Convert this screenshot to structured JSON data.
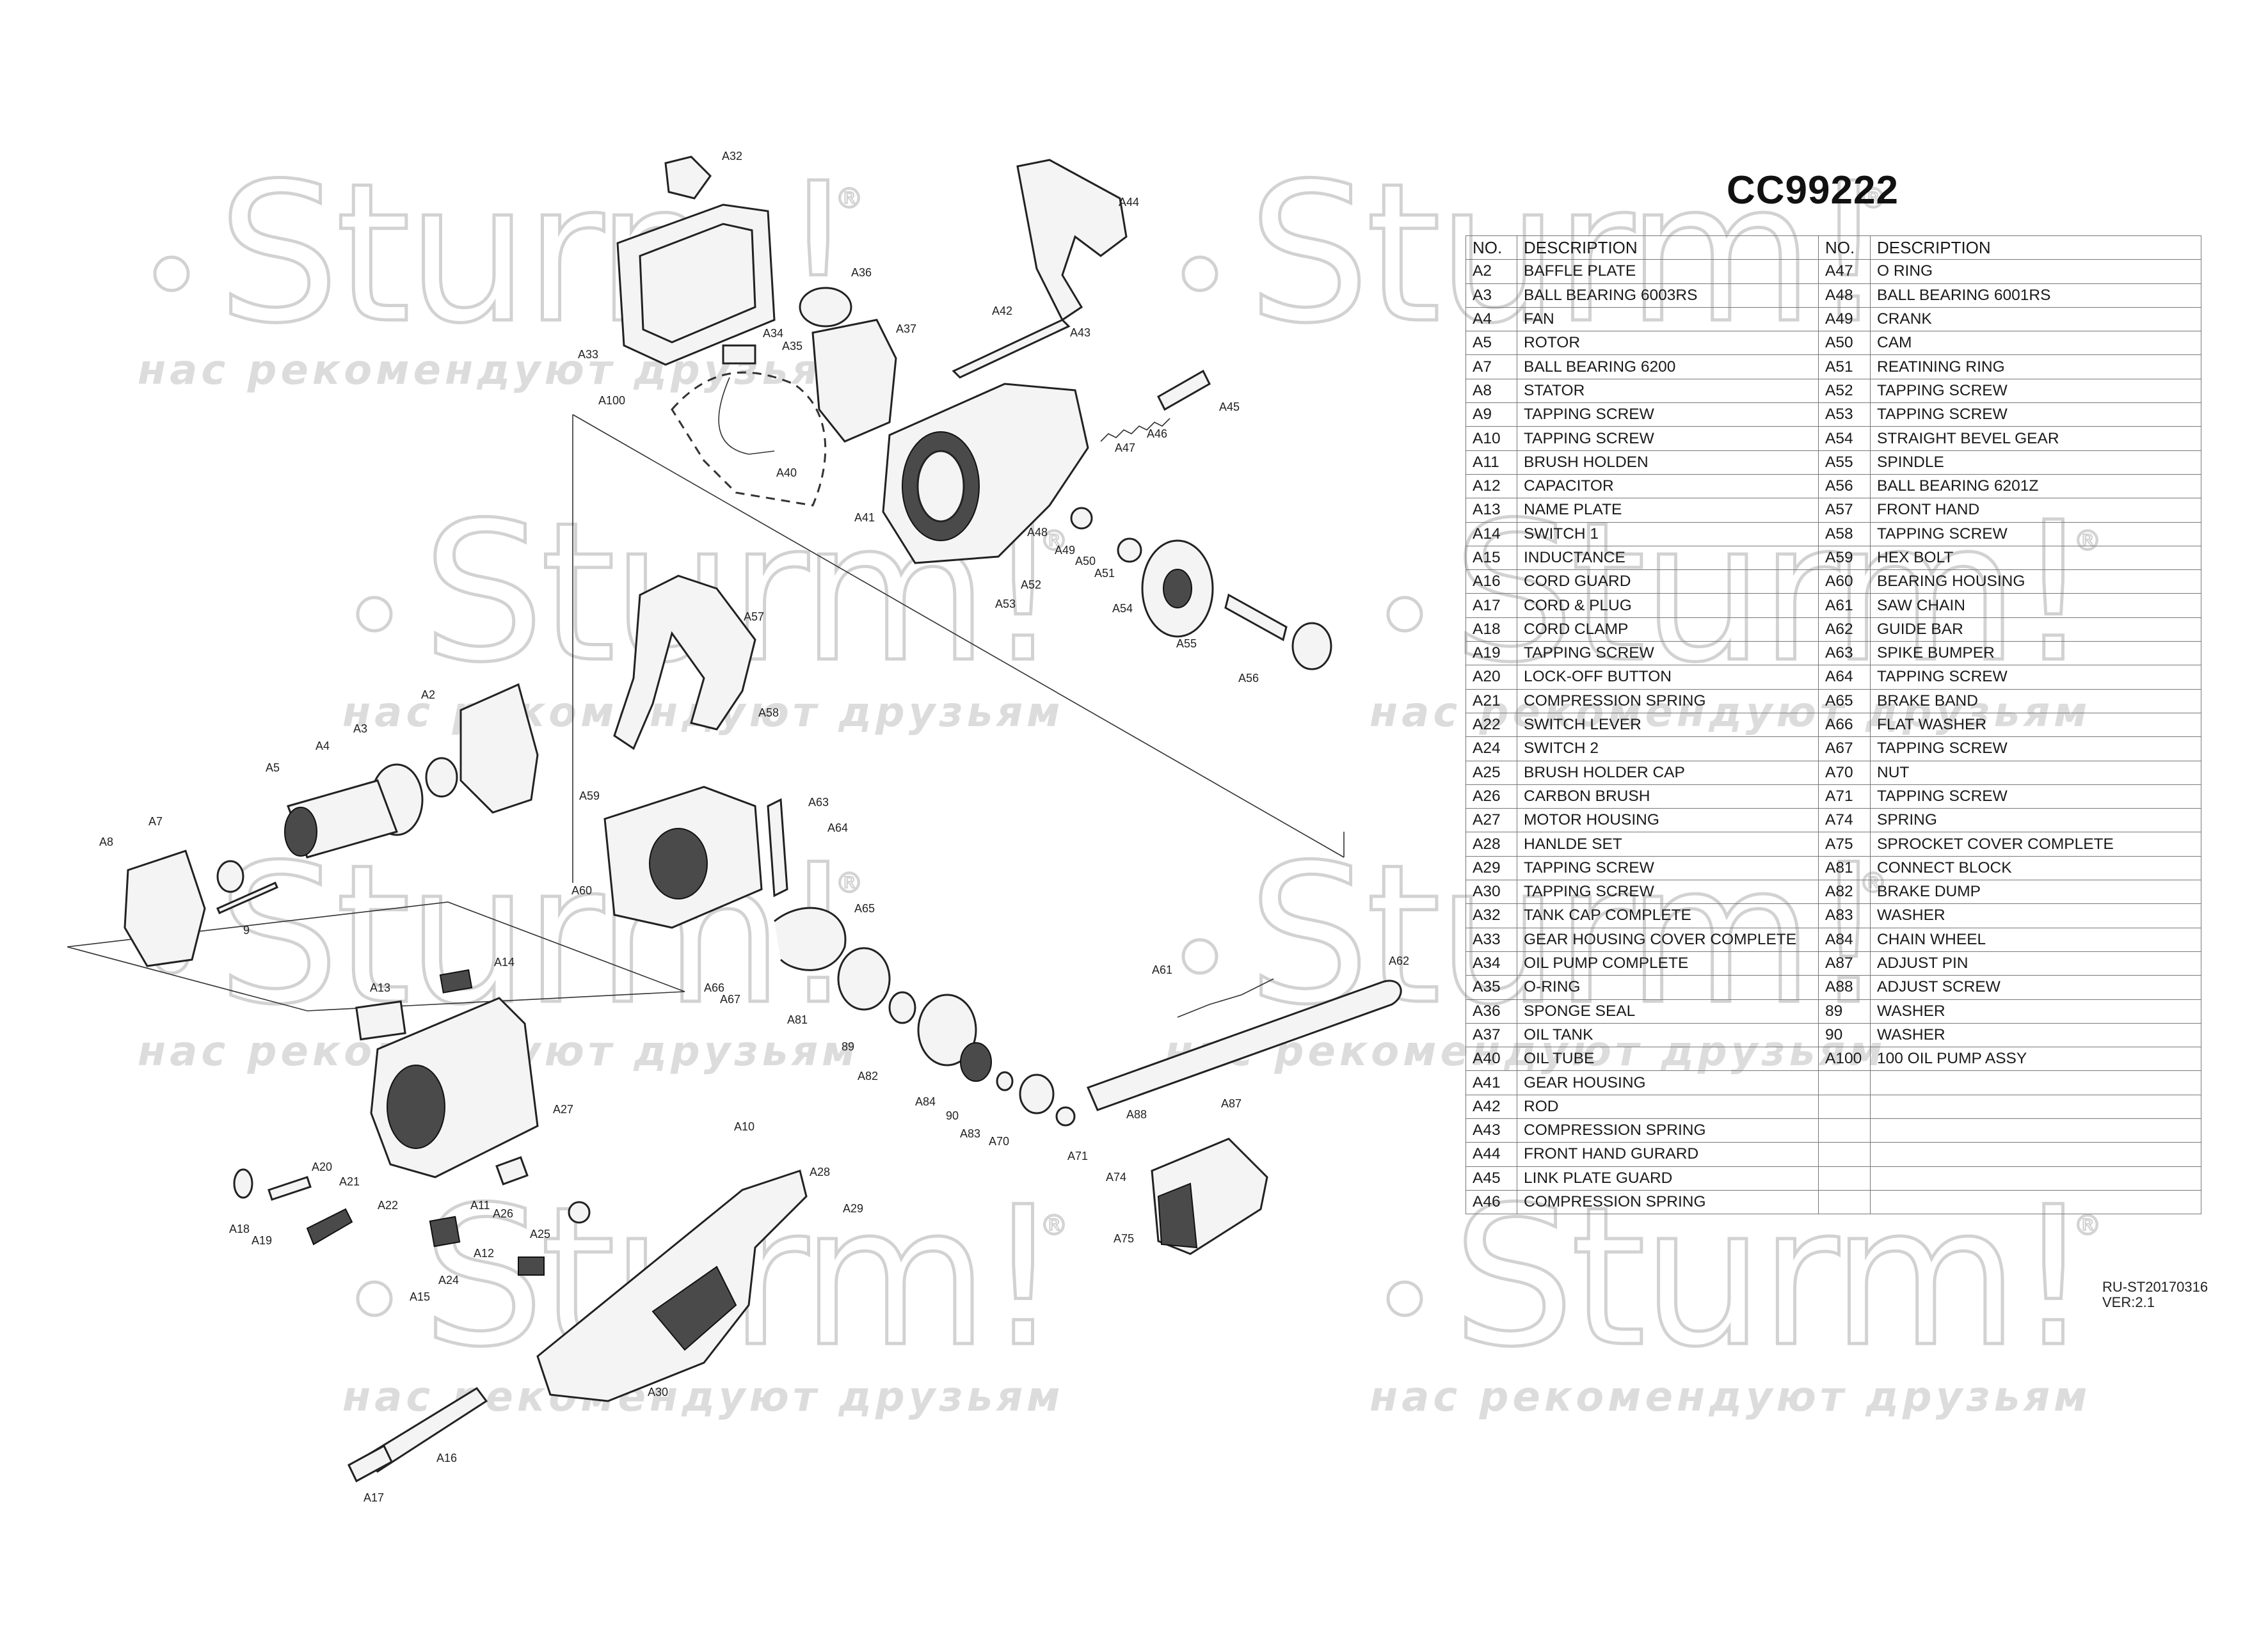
{
  "title": "CC99222",
  "watermark": {
    "brand": "Sturm!",
    "tagline": "нас рекомендуют друзьям",
    "mark": "®"
  },
  "table": {
    "headers": [
      "NO.",
      "DESCRIPTION",
      "NO.",
      "DESCRIPTION"
    ],
    "left": [
      [
        "A2",
        "BAFFLE PLATE"
      ],
      [
        "A3",
        "BALL BEARING 6003RS"
      ],
      [
        "A4",
        "FAN"
      ],
      [
        "A5",
        "ROTOR"
      ],
      [
        "A7",
        "BALL BEARING 6200"
      ],
      [
        "A8",
        "STATOR"
      ],
      [
        "A9",
        "TAPPING SCREW"
      ],
      [
        "A10",
        "TAPPING SCREW"
      ],
      [
        "A11",
        "BRUSH HOLDEN"
      ],
      [
        "A12",
        "CAPACITOR"
      ],
      [
        "A13",
        "NAME PLATE"
      ],
      [
        "A14",
        "SWITCH 1"
      ],
      [
        "A15",
        "INDUCTANCE"
      ],
      [
        "A16",
        "CORD GUARD"
      ],
      [
        "A17",
        "CORD & PLUG"
      ],
      [
        "A18",
        "CORD CLAMP"
      ],
      [
        "A19",
        "TAPPING SCREW"
      ],
      [
        "A20",
        "LOCK-OFF BUTTON"
      ],
      [
        "A21",
        "COMPRESSION SPRING"
      ],
      [
        "A22",
        "SWITCH LEVER"
      ],
      [
        "A24",
        "SWITCH 2"
      ],
      [
        "A25",
        "BRUSH HOLDER CAP"
      ],
      [
        "A26",
        "CARBON BRUSH"
      ],
      [
        "A27",
        "MOTOR HOUSING"
      ],
      [
        "A28",
        "HANLDE SET"
      ],
      [
        "A29",
        "TAPPING SCREW"
      ],
      [
        "A30",
        "TAPPING SCREW"
      ],
      [
        "A32",
        "TANK CAP COMPLETE"
      ],
      [
        "A33",
        "GEAR HOUSING COVER COMPLETE"
      ],
      [
        "A34",
        "OIL PUMP COMPLETE"
      ],
      [
        "A35",
        "O-RING"
      ],
      [
        "A36",
        "SPONGE SEAL"
      ],
      [
        "A37",
        "OIL TANK"
      ],
      [
        "A40",
        "OIL TUBE"
      ],
      [
        "A41",
        "GEAR HOUSING"
      ],
      [
        "A42",
        "ROD"
      ],
      [
        "A43",
        "COMPRESSION SPRING"
      ],
      [
        "A44",
        "FRONT HAND GURARD"
      ],
      [
        "A45",
        "LINK PLATE GUARD"
      ],
      [
        "A46",
        "COMPRESSION SPRING"
      ]
    ],
    "right": [
      [
        "A47",
        "O RING"
      ],
      [
        "A48",
        "BALL BEARING 6001RS"
      ],
      [
        "A49",
        "CRANK"
      ],
      [
        "A50",
        "CAM"
      ],
      [
        "A51",
        "REATINING RING"
      ],
      [
        "A52",
        "TAPPING SCREW"
      ],
      [
        "A53",
        "TAPPING SCREW"
      ],
      [
        "A54",
        "STRAIGHT BEVEL GEAR"
      ],
      [
        "A55",
        "SPINDLE"
      ],
      [
        "A56",
        "BALL BEARING 6201Z"
      ],
      [
        "A57",
        "FRONT HAND"
      ],
      [
        "A58",
        "TAPPING SCREW"
      ],
      [
        "A59",
        "HEX BOLT"
      ],
      [
        "A60",
        "BEARING HOUSING"
      ],
      [
        "A61",
        "SAW CHAIN"
      ],
      [
        "A62",
        "GUIDE BAR"
      ],
      [
        "A63",
        "SPIKE BUMPER"
      ],
      [
        "A64",
        "TAPPING SCREW"
      ],
      [
        "A65",
        "BRAKE BAND"
      ],
      [
        "A66",
        "FLAT WASHER"
      ],
      [
        "A67",
        "TAPPING SCREW"
      ],
      [
        "A70",
        "NUT"
      ],
      [
        "A71",
        "TAPPING SCREW"
      ],
      [
        "A74",
        "SPRING"
      ],
      [
        "A75",
        "SPROCKET COVER COMPLETE"
      ],
      [
        "A81",
        "CONNECT BLOCK"
      ],
      [
        "A82",
        "BRAKE DUMP"
      ],
      [
        "A83",
        "WASHER"
      ],
      [
        "A84",
        "CHAIN WHEEL"
      ],
      [
        "A87",
        "ADJUST PIN"
      ],
      [
        "A88",
        "ADJUST SCREW"
      ],
      [
        "89",
        "WASHER"
      ],
      [
        "90",
        "WASHER"
      ],
      [
        "A100",
        "100 OIL PUMP ASSY"
      ],
      [
        "",
        ""
      ],
      [
        "",
        ""
      ],
      [
        "",
        ""
      ],
      [
        "",
        ""
      ],
      [
        "",
        ""
      ],
      [
        "",
        ""
      ]
    ]
  },
  "callouts": [
    "A32",
    "A33",
    "A34",
    "A35",
    "A36",
    "A37",
    "A40",
    "A100",
    "A44",
    "A42",
    "A43",
    "A45",
    "A46",
    "A47",
    "A41",
    "A48",
    "A49",
    "A50",
    "A51",
    "A52",
    "A53",
    "A54",
    "A55",
    "A56",
    "A57",
    "A58",
    "A59",
    "A60",
    "A63",
    "A64",
    "A65",
    "A66",
    "A67",
    "A2",
    "A3",
    "A4",
    "A5",
    "A7",
    "A8",
    "9",
    "A13",
    "A14",
    "A27",
    "A10",
    "A11",
    "A26",
    "A25",
    "A20",
    "A21",
    "A22",
    "A18",
    "A19",
    "A12",
    "A24",
    "A15",
    "A28",
    "A29",
    "A30",
    "A16",
    "A17",
    "A81",
    "89",
    "A82",
    "A84",
    "90",
    "A83",
    "A70",
    "A61",
    "A62",
    "A87",
    "A88",
    "A71",
    "A74",
    "A75"
  ],
  "footer": {
    "code": "RU-ST20170316",
    "version": "VER:2.1"
  }
}
